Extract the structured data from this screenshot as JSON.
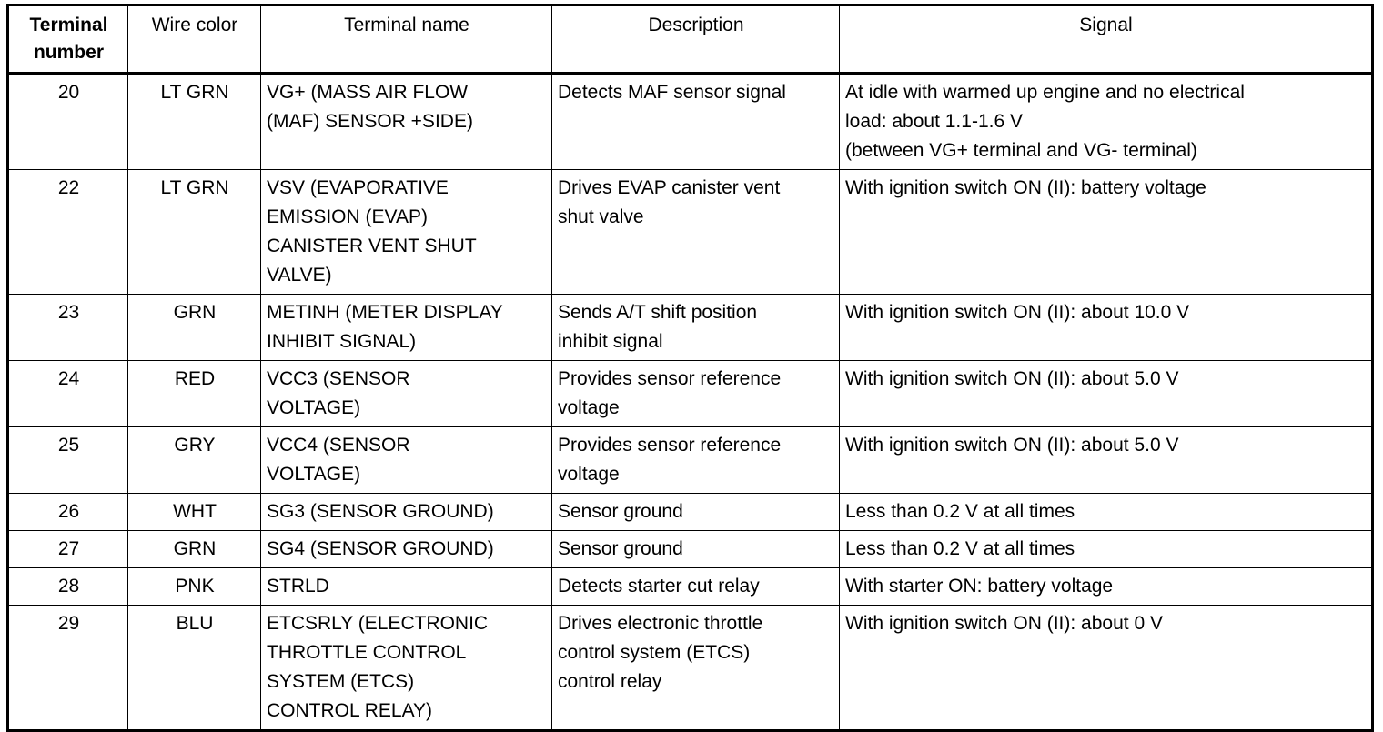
{
  "table": {
    "columns": [
      {
        "key": "terminal_number",
        "label": "Terminal\nnumber",
        "label_line1": "Terminal",
        "label_line2": "number",
        "bold": true
      },
      {
        "key": "wire_color",
        "label": "Wire color",
        "bold": false
      },
      {
        "key": "terminal_name",
        "label": "Terminal name",
        "bold": false
      },
      {
        "key": "description",
        "label": "Description",
        "bold": false
      },
      {
        "key": "signal",
        "label": "Signal",
        "bold": false
      }
    ],
    "rows": [
      {
        "terminal_number": "20",
        "wire_color": "LT GRN",
        "terminal_name_lines": [
          "VG+ (MASS AIR FLOW",
          "(MAF) SENSOR +SIDE)"
        ],
        "description_lines": [
          "Detects MAF sensor signal"
        ],
        "signal_lines": [
          "At idle with warmed up engine and no electrical",
          "load: about 1.1-1.6 V",
          "(between VG+ terminal and VG- terminal)"
        ]
      },
      {
        "terminal_number": "22",
        "wire_color": "LT GRN",
        "terminal_name_lines": [
          "VSV (EVAPORATIVE",
          "EMISSION (EVAP)",
          "CANISTER VENT SHUT",
          "VALVE)"
        ],
        "description_lines": [
          "Drives EVAP canister vent",
          "shut valve"
        ],
        "signal_lines": [
          "With ignition switch ON (II): battery voltage"
        ]
      },
      {
        "terminal_number": "23",
        "wire_color": "GRN",
        "terminal_name_lines": [
          "METINH (METER DISPLAY",
          "INHIBIT SIGNAL)"
        ],
        "description_lines": [
          "Sends A/T shift position",
          "inhibit signal"
        ],
        "signal_lines": [
          "With ignition switch ON (II): about 10.0 V"
        ]
      },
      {
        "terminal_number": "24",
        "wire_color": "RED",
        "terminal_name_lines": [
          "VCC3 (SENSOR",
          "VOLTAGE)"
        ],
        "description_lines": [
          "Provides sensor reference",
          "voltage"
        ],
        "signal_lines": [
          "With ignition switch ON (II): about 5.0 V"
        ]
      },
      {
        "terminal_number": "25",
        "wire_color": "GRY",
        "terminal_name_lines": [
          "VCC4 (SENSOR",
          "VOLTAGE)"
        ],
        "description_lines": [
          "Provides sensor reference",
          "voltage"
        ],
        "signal_lines": [
          "With ignition switch ON (II): about 5.0 V"
        ]
      },
      {
        "terminal_number": "26",
        "wire_color": "WHT",
        "terminal_name_lines": [
          "SG3 (SENSOR GROUND)"
        ],
        "description_lines": [
          "Sensor ground"
        ],
        "signal_lines": [
          "Less than 0.2 V at all times"
        ]
      },
      {
        "terminal_number": "27",
        "wire_color": "GRN",
        "terminal_name_lines": [
          "SG4 (SENSOR GROUND)"
        ],
        "description_lines": [
          "Sensor ground"
        ],
        "signal_lines": [
          "Less than 0.2 V at all times"
        ]
      },
      {
        "terminal_number": "28",
        "wire_color": "PNK",
        "terminal_name_lines": [
          "STRLD"
        ],
        "description_lines": [
          "Detects starter cut relay"
        ],
        "signal_lines": [
          "With starter ON: battery voltage"
        ]
      },
      {
        "terminal_number": "29",
        "wire_color": "BLU",
        "terminal_name_lines": [
          "ETCSRLY (ELECTRONIC",
          "THROTTLE CONTROL",
          "SYSTEM (ETCS)",
          "CONTROL RELAY)"
        ],
        "description_lines": [
          "Drives electronic throttle",
          "control system (ETCS)",
          "control relay"
        ],
        "signal_lines": [
          "With ignition switch ON (II): about 0 V"
        ]
      }
    ]
  },
  "style": {
    "text_color": "#000000",
    "background_color": "#ffffff",
    "border_color": "#000000"
  }
}
